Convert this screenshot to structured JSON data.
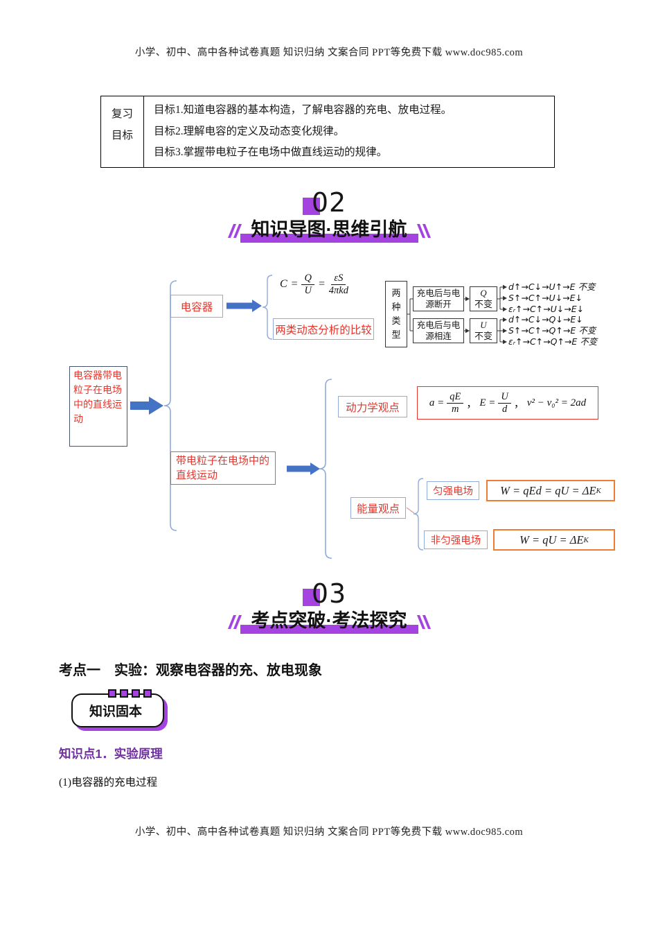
{
  "page": {
    "header": "小学、初中、高中各种试卷真题 知识归纳 文案合同 PPT等免费下载    www.doc985.com",
    "footer": "小学、初中、高中各种试卷真题 知识归纳 文案合同 PPT等免费下载    www.doc985.com"
  },
  "goals_table": {
    "left_label": "复习目标",
    "rows": [
      "目标1.知道电容器的基本构造，了解电容器的充电、放电过程。",
      "目标2.理解电容的定义及动态变化规律。",
      "目标3.掌握带电粒子在电场中做直线运动的规律。"
    ]
  },
  "section02": {
    "number": "02",
    "title": "知识导图·思维引航"
  },
  "section03": {
    "number": "03",
    "title": "考点突破·考法探究"
  },
  "mindmap": {
    "root_label": "电容器带电粒子在电场中的直线运动",
    "capacitor": {
      "label": "电容器",
      "formula": {
        "sym": "C",
        "eq1": "=",
        "num1": "Q",
        "den1": "U",
        "eq2": "=",
        "num2": "εS",
        "den2": "4πkd"
      },
      "compare_label": "两类动态分析的比较",
      "types_label": "两种类型",
      "branches": [
        {
          "cond": "充电后与电源断开",
          "inv_sym": "Q",
          "inv_label": "不变",
          "lines": [
            "d↑→C↓→U↑→E 不变",
            "S↑→C↑→U↓→E↓",
            "εᵣ↑→C↑→U↓→E↓"
          ]
        },
        {
          "cond": "充电后与电源相连",
          "inv_sym": "U",
          "inv_label": "不变",
          "lines": [
            "d↑→C↓→Q↓→E↓",
            "S↑→C↑→Q↑→E 不变",
            "εᵣ↑→C↑→Q↑→E 不变"
          ]
        }
      ]
    },
    "particle": {
      "label": "带电粒子在电场中的直线运动",
      "dynamics": {
        "label": "动力学观点",
        "f1_sym": "a =",
        "f1_num": "qE",
        "f1_den": "m",
        "sep1": "，",
        "f2_sym": "E =",
        "f2_num": "U",
        "f2_den": "d",
        "sep2": "，",
        "f3": "v² − v₀² = 2ad"
      },
      "energy": {
        "label": "能量观点",
        "uniform": {
          "label": "匀强电场",
          "formula_main": "W = qEd = qU = ΔE",
          "formula_sub": "K"
        },
        "nonuniform": {
          "label": "非匀强电场",
          "formula_main": "W = qU = ΔE",
          "formula_sub": "K"
        }
      }
    }
  },
  "kaodian": {
    "heading": "考点一　实验：观察电容器的充、放电现象",
    "badge": "知识固本",
    "point_title": "知识点1．实验原理",
    "paragraph": "(1)电容器的充电过程"
  },
  "colors": {
    "accent_purple": "#a543e0",
    "dark_purple": "#7030a0",
    "red_text": "#e8342a",
    "arrow_blue": "#4472c4",
    "brace_blue": "#8faadc",
    "orange_border": "#ed7d31"
  }
}
